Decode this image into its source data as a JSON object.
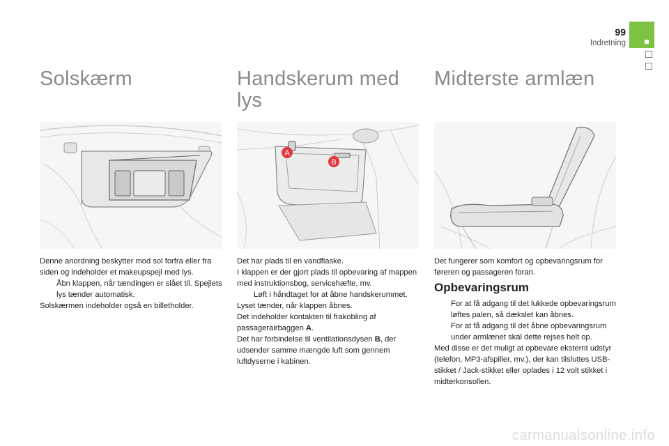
{
  "header": {
    "page_number": "99",
    "section": "Indretning"
  },
  "col1": {
    "title": "Solskærm",
    "intro": "Denne anordning beskytter mod sol forfra eller fra siden og indeholder et makeupspejl med lys.",
    "bullet": "Åbn klappen, når tændingen er slået til. Spejlets lys tænder automatisk.",
    "outro": "Solskærmen indeholder også en billetholder."
  },
  "col2": {
    "title": "Handskerum med lys",
    "label_a": "A",
    "label_b": "B",
    "p1": "Det har plads til en vandflaske.",
    "p2": "I klappen er der gjort plads til opbevaring af mappen med instruktionsbog, servicehæfte, mv.",
    "bullet": "Løft i håndtaget for at åbne handskerummet.",
    "p3": "Lyset tænder, når klappen åbnes.",
    "p4_pre": "Det indeholder kontakten til frakobling af passagerairbaggen ",
    "p4_b": "A",
    "p4_post": ".",
    "p5_pre": "Det har forbindelse til ventilationsdysen ",
    "p5_b": "B",
    "p5_post": ", der udsender samme mængde luft som gennem luftdyserne i kabinen."
  },
  "col3": {
    "title": "Midterste armlæn",
    "intro": "Det fungerer som komfort og opbevaringsrum for føreren og passageren foran.",
    "subtitle": "Opbevaringsrum",
    "bullet1": "For at få adgang til det lukkede opbevaringsrum løftes palen, så dækslet kan åbnes.",
    "bullet2": "For at få adgang til det åbne opbevaringsrum under armlænet skal dette rejses helt op.",
    "outro": "Med disse er det muligt at opbevare eksternt udstyr (telefon, MP3-afspiller, mv.), der kan tilsluttes USB-stikket / Jack-stikket eller oplades i 12 volt stikket i midterkonsollen."
  },
  "bullet_marker": "",
  "footer": "carmanualsonline.info",
  "colors": {
    "accent_green": "#7dc242",
    "badge_red": "#e3363f",
    "title_gray": "#8a8a8a"
  }
}
